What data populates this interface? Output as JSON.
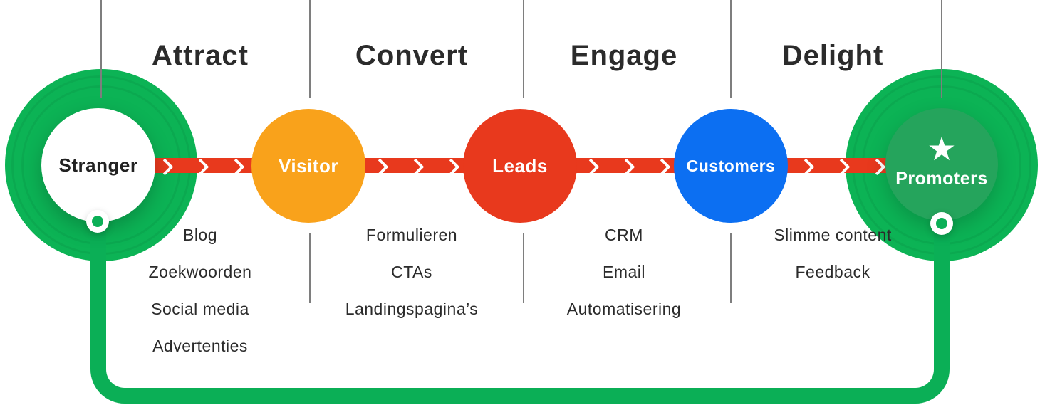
{
  "colors": {
    "green": "#0CB355",
    "green_inner": "#25A45C",
    "green_loop": "#0BAF56",
    "orange": "#F9A21B",
    "red": "#E8391D",
    "blue": "#0C6FF2",
    "text_dark": "#2B2B2B",
    "divider": "#7E7E7E",
    "white": "#FFFFFF"
  },
  "phases": [
    {
      "label": "Attract",
      "items": [
        "Blog",
        "Zoekwoorden",
        "Social media",
        "Advertenties"
      ]
    },
    {
      "label": "Convert",
      "items": [
        "Formulieren",
        "CTAs",
        "Landingspagina’s"
      ]
    },
    {
      "label": "Engage",
      "items": [
        "CRM",
        "Email",
        "Automatisering"
      ]
    },
    {
      "label": "Delight",
      "items": [
        "Slimme content",
        "Feedback"
      ]
    }
  ],
  "stages": [
    {
      "label": "Stranger"
    },
    {
      "label": "Visitor"
    },
    {
      "label": "Leads"
    },
    {
      "label": "Customers"
    },
    {
      "label": "Promoters",
      "icon": "star-icon",
      "icon_glyph": "★"
    }
  ]
}
